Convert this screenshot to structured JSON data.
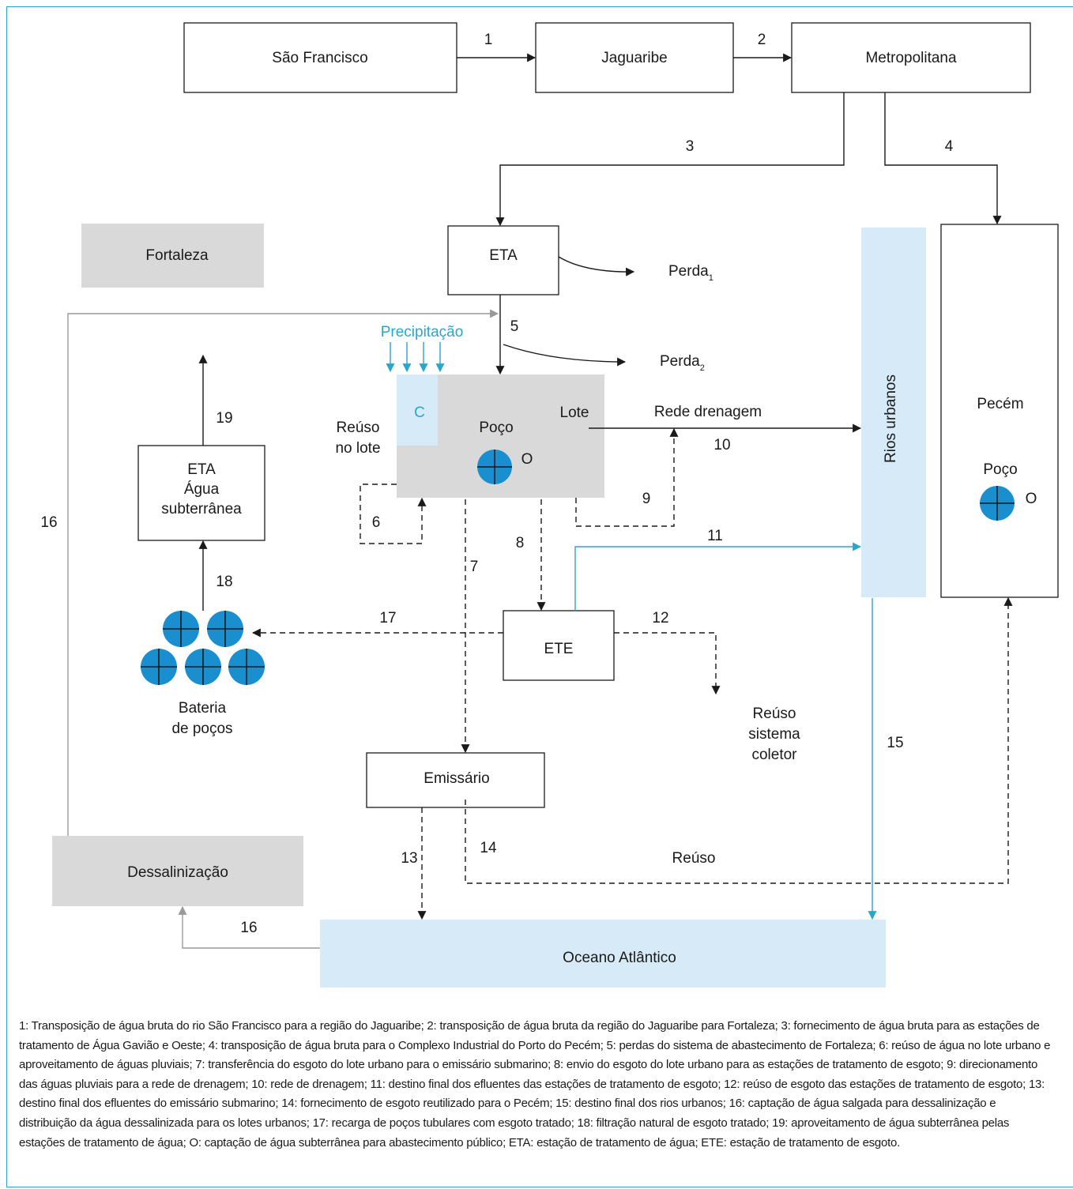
{
  "colors": {
    "accent": "#2ba6cb",
    "well_fill": "#1a8fcf",
    "box_gray": "#d9d9d9",
    "box_lightblue": "#d6eaf7"
  },
  "nodes": {
    "sao_francisco": "São Francisco",
    "jaguaribe": "Jaguaribe",
    "metropolitana": "Metropolitana",
    "fortaleza": "Fortaleza",
    "eta": "ETA",
    "perda1": "Perda",
    "perda1_sub": "1",
    "perda2": "Perda",
    "perda2_sub": "2",
    "precipitacao": "Precipitação",
    "c": "C",
    "poco": "Poço",
    "lote": "Lote",
    "zero": "O",
    "reuso_lote_1": "Reúso",
    "reuso_lote_2": "no lote",
    "rede_drenagem": "Rede drenagem",
    "rios_urbanos": "Rios urbanos",
    "pecem": "Pecém",
    "pecem_poco": "Poço",
    "pecem_zero": "O",
    "eta_sub_1": "ETA",
    "eta_sub_2": "Água",
    "eta_sub_3": "subterrânea",
    "bateria_1": "Bateria",
    "bateria_2": "de poços",
    "ete": "ETE",
    "reuso_sistema_1": "Reúso",
    "reuso_sistema_2": "sistema",
    "reuso_sistema_3": "coletor",
    "emissario": "Emissário",
    "reuso": "Reúso",
    "dessalinizacao": "Dessalinização",
    "oceano": "Oceano Atlântico"
  },
  "flow_labels": {
    "f1": "1",
    "f2": "2",
    "f3": "3",
    "f4": "4",
    "f5": "5",
    "f6": "6",
    "f7": "7",
    "f8": "8",
    "f9": "9",
    "f10": "10",
    "f11": "11",
    "f12": "12",
    "f13": "13",
    "f14": "14",
    "f15": "15",
    "f16a": "16",
    "f16b": "16",
    "f17": "17",
    "f18": "18",
    "f19": "19"
  },
  "caption": "1: Transposição de água bruta do rio São Francisco para a região do Jaguaribe; 2: transposição de água bruta da região do Jaguaribe para Fortaleza; 3: fornecimento de água bruta para as estações de tratamento de Água Gavião e Oeste; 4: transposição de água bruta para o Complexo Industrial do Porto do Pecém; 5: perdas do sistema de abastecimento de Fortaleza; 6: reúso de água no lote urbano e aproveitamento de águas pluviais; 7: transferência do esgoto do lote urbano para o emissário submarino; 8: envio do esgoto do lote urbano para as estações de tratamento de esgoto; 9: direcionamento das águas pluviais para a rede de drenagem; 10: rede de drenagem; 11: destino final dos efluentes das estações de tratamento de esgoto; 12: reúso de esgoto das estações de tratamento de esgoto; 13: destino final dos efluentes do emissário submarino; 14: fornecimento de esgoto reutilizado para o Pecém; 15: destino final dos rios urbanos; 16: captação de água salgada para dessalinização e distribuição da água dessalinizada para os lotes urbanos; 17: recarga de poços tubulares com esgoto tratado; 18: filtração natural de esgoto tratado; 19: aproveitamento de água subterrânea pelas estações de tratamento de água; O: captação de água subterrânea para abastecimento público; ETA: estação de tratamento de água; ETE: estação de tratamento de esgoto."
}
